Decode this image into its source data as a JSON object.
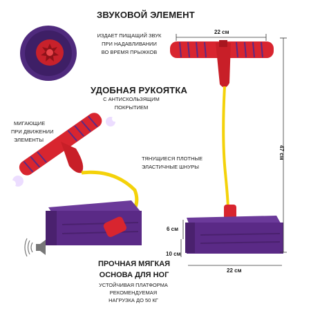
{
  "sound": {
    "title": "ЗВУКОВОЙ ЭЛЕМЕНТ",
    "lines": [
      "ИЗДАЕТ ПИЩАЩИЙ ЗВУК",
      "ПРИ НАДАВЛИВАНИИ",
      "ВО ВРЕМЯ ПРЫЖКОВ"
    ]
  },
  "handle": {
    "title": "УДОБНАЯ РУКОЯТКА",
    "lines": [
      "С АНТИСКОЛЬЗЯЩИМ",
      "ПОКРЫТИЕМ"
    ]
  },
  "blink": {
    "lines": [
      "МИГАЮЩИЕ",
      "ПРИ ДВИЖЕНИИ",
      "ЭЛЕМЕНТЫ"
    ]
  },
  "cords": {
    "lines": [
      "ТЯНУЩИЕСЯ ПЛОТНЫЕ",
      "ЭЛАСТИЧНЫЕ ШНУРЫ"
    ]
  },
  "base": {
    "title_lines": [
      "ПРОЧНАЯ МЯГКАЯ",
      "ОСНОВА ДЛЯ НОГ"
    ],
    "lines": [
      "УСТОЙЧИВАЯ ПЛАТФОРМА",
      "РЕКОМЕНДУЕМАЯ",
      "НАГРУЗКА ДО 50 КГ"
    ]
  },
  "dimensions": {
    "top_width": "22 см",
    "height": "47 см",
    "base_height": "6 см",
    "base_depth": "10 см",
    "base_width": "22 см"
  },
  "colors": {
    "red": "#d8252f",
    "purple": "#5a2a86",
    "yellow": "#f4d20a"
  }
}
